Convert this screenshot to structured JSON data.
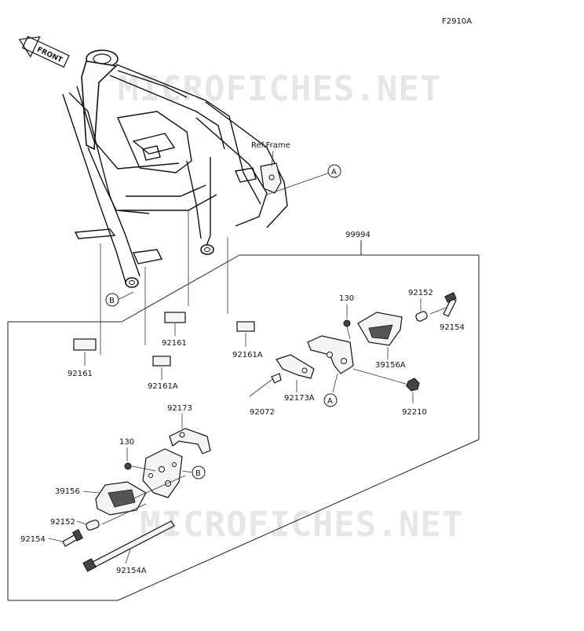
{
  "figure_code": "F2910A",
  "watermark": "MICROFICHES.NET",
  "front_arrow_label": "FRONT",
  "ref_frame_label": "Ref.Frame",
  "ref_markers": {
    "a": "A",
    "b": "B"
  },
  "parts": {
    "kit": "99994",
    "p130_right": "130",
    "p92152_right": "92152",
    "p92154_right": "92154",
    "p39156A": "39156A",
    "p92173A": "92173A",
    "p92072": "92072",
    "p92210": "92210",
    "p92161_top": "92161",
    "p92161A_right": "92161A",
    "p92161_left": "92161",
    "p92161A_left": "92161A",
    "p92173": "92173",
    "p130_left": "130",
    "p39156": "39156",
    "p92152_left": "92152",
    "p92154_left": "92154",
    "p92154A": "92154A"
  }
}
